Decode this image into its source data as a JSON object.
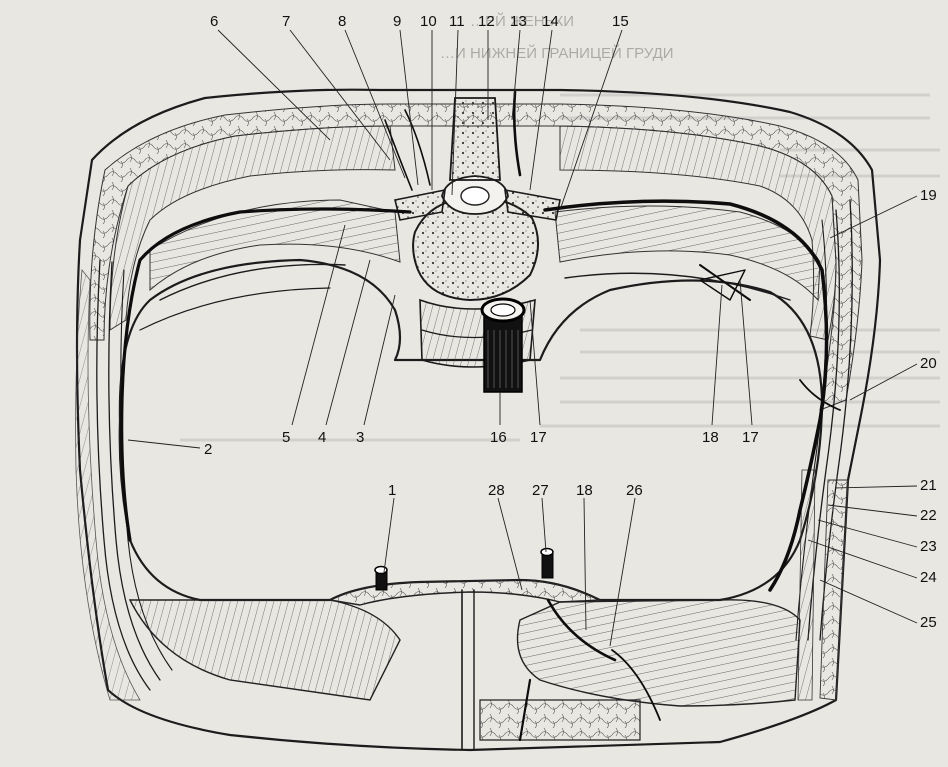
{
  "background_text": {
    "heading_line_1": "…ЕЙ ЖЕНЬКИ",
    "heading_line_2": "…И НИЖНЕЙ ГРАНИЦЕЙ ГРУДИ"
  },
  "labels": {
    "top": [
      "6",
      "7",
      "8",
      "9",
      "10",
      "11",
      "12",
      "13",
      "14",
      "15"
    ],
    "middle_left": [
      "5",
      "4",
      "3"
    ],
    "middle_center": [
      "16",
      "17"
    ],
    "middle_right": [
      "18",
      "17"
    ],
    "left": [
      "2"
    ],
    "right": [
      "19",
      "20",
      "21",
      "22",
      "23",
      "24",
      "25"
    ],
    "bottom": [
      "1",
      "28",
      "27",
      "18",
      "26"
    ]
  }
}
